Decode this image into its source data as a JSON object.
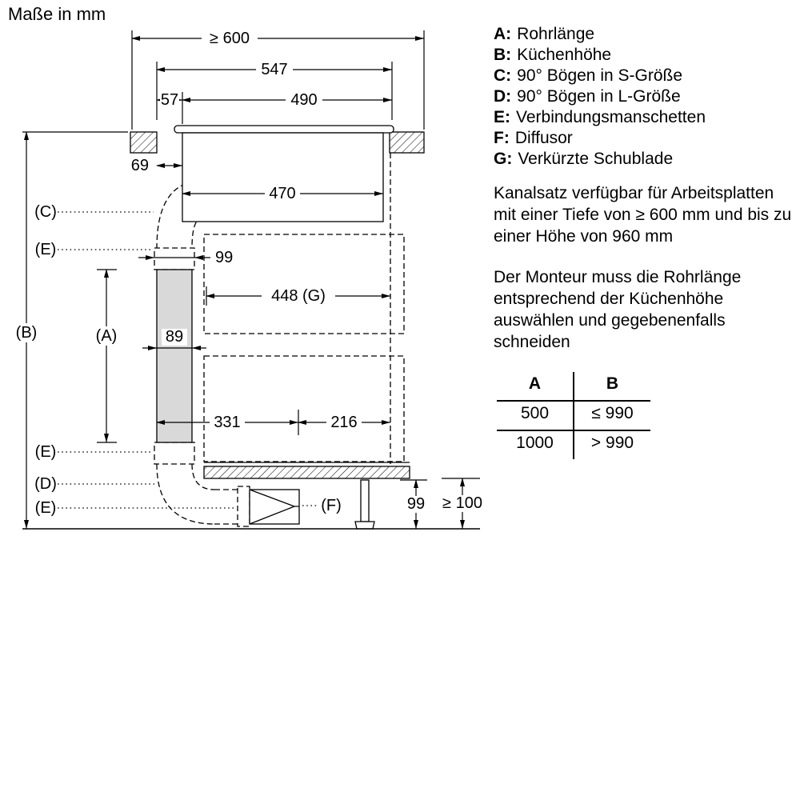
{
  "title": "Maße in mm",
  "diagram": {
    "dim_top_width": "≥ 600",
    "dim_547": "547",
    "dim_57": "57",
    "dim_490": "490",
    "dim_69": "69",
    "dim_470": "470",
    "dim_99_duct": "99",
    "dim_448_g": "448 (G)",
    "dim_89": "89",
    "dim_331": "331",
    "dim_216": "216",
    "dim_99_diffusor": "99",
    "dim_min_100": "≥ 100",
    "label_c": "(C)",
    "label_e_top": "(E)",
    "label_b": "(B)",
    "label_a": "(A)",
    "label_e_mid": "(E)",
    "label_d": "(D)",
    "label_e_bottom": "(E)",
    "label_f": "(F)"
  },
  "legend": [
    {
      "key": "A:",
      "text": "Rohrlänge"
    },
    {
      "key": "B:",
      "text": "Küchenhöhe"
    },
    {
      "key": "C:",
      "text": "90° Bögen in S-Größe"
    },
    {
      "key": "D:",
      "text": "90° Bögen in L-Größe"
    },
    {
      "key": "E:",
      "text": "Verbindungsmanschetten"
    },
    {
      "key": "F:",
      "text": "Diffusor"
    },
    {
      "key": "G:",
      "text": "Verkürzte Schublade"
    }
  ],
  "notes": [
    "Kanalsatz verfügbar für Arbeitsplatten mit einer Tiefe von ≥ 600 mm und bis zu einer Höhe von 960 mm",
    "Der Monteur muss die Rohrlänge entsprechend der Küchenhöhe auswählen und gegebenenfalls schneiden"
  ],
  "table": {
    "headers": [
      "A",
      "B"
    ],
    "rows": [
      [
        "500",
        "≤ 990"
      ],
      [
        "1000",
        "> 990"
      ]
    ]
  }
}
